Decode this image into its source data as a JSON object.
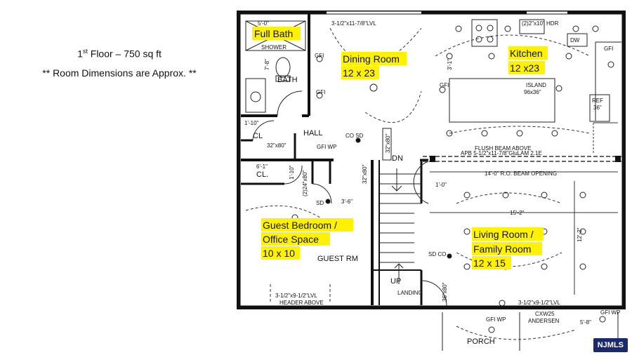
{
  "notes": {
    "floor_prefix": "1",
    "floor_sup": "st",
    "floor_rest": " Floor – 750 sq ft",
    "dimensions_note": "** Room Dimensions are Approx. **"
  },
  "rooms": {
    "full_bath": "Full Bath",
    "dining_line1": "Dining Room",
    "dining_line2": "12 x 23",
    "kitchen_line1": "Kitchen",
    "kitchen_line2": "12 x23",
    "guest_line1": "Guest Bedroom /",
    "guest_line2": "Office Space",
    "guest_line3": "10 x 10",
    "living_line1": "Living Room /",
    "living_line2": "Family Room",
    "living_line3": "12 x 15"
  },
  "plan_labels": {
    "top_header": "3-1/2\"x11-7/8\"LVL",
    "shower": "SHOWER",
    "bath": "BATH",
    "cl1": "CL",
    "cl2": "CL.",
    "hall": "HALL",
    "door_32x80": "32\"x80\"",
    "gfi": "GFI",
    "gfi_wp": "GFI WP",
    "co_sd": "CO SD",
    "sd": "SD",
    "sd_co": "SD CO",
    "dn": "DN",
    "up": "UP",
    "landing": "LANDING",
    "guest_rm": "GUEST RM",
    "island": "ISLAND",
    "island_size": "96x36\"",
    "dw": "DW",
    "ref": "REF",
    "ref_size": "36\"",
    "flush_beam": "FLUSH BEAM ABOVE",
    "apb": "APB 5-1/2\"x11-7/8\"GluLAM 2.1E",
    "ro_beam": "14'-0\" R.O. BEAM OPENING",
    "dim_15_2": "15'-2\"",
    "dim_12_2": "12'-2\"",
    "dim_1_0": "1'-0\"",
    "dim_3_6": "3'-6\"",
    "dim_6_1": "6'-1\"",
    "dim_1_10": "1'-10\"",
    "dim_5_0": "5'-0\"",
    "dim_7_8": "7'-8\"",
    "dim_3_1": "3'-1\"",
    "dim_2_24x80": "(2)24\"x80\"",
    "dim_32x80_v": "32\"x80\"",
    "dim_36x80": "36\"x80\"",
    "bottom_header_left1": "3-1/2\"x9-1/2\"LVL",
    "bottom_header_left2": "HEADER ABOVE",
    "bottom_header_right": "3-1/2\"x9-1/2\"LVL",
    "cxw": "CXW25",
    "andersen": "ANDERSEN",
    "dim_5_8": "5'-8\"",
    "porch": "PORCH",
    "hdr": "(2)2\"x10\" HDR"
  },
  "badge": "NJMLS",
  "colors": {
    "highlight": "#fff200",
    "badge_bg": "#1b2a6b"
  }
}
